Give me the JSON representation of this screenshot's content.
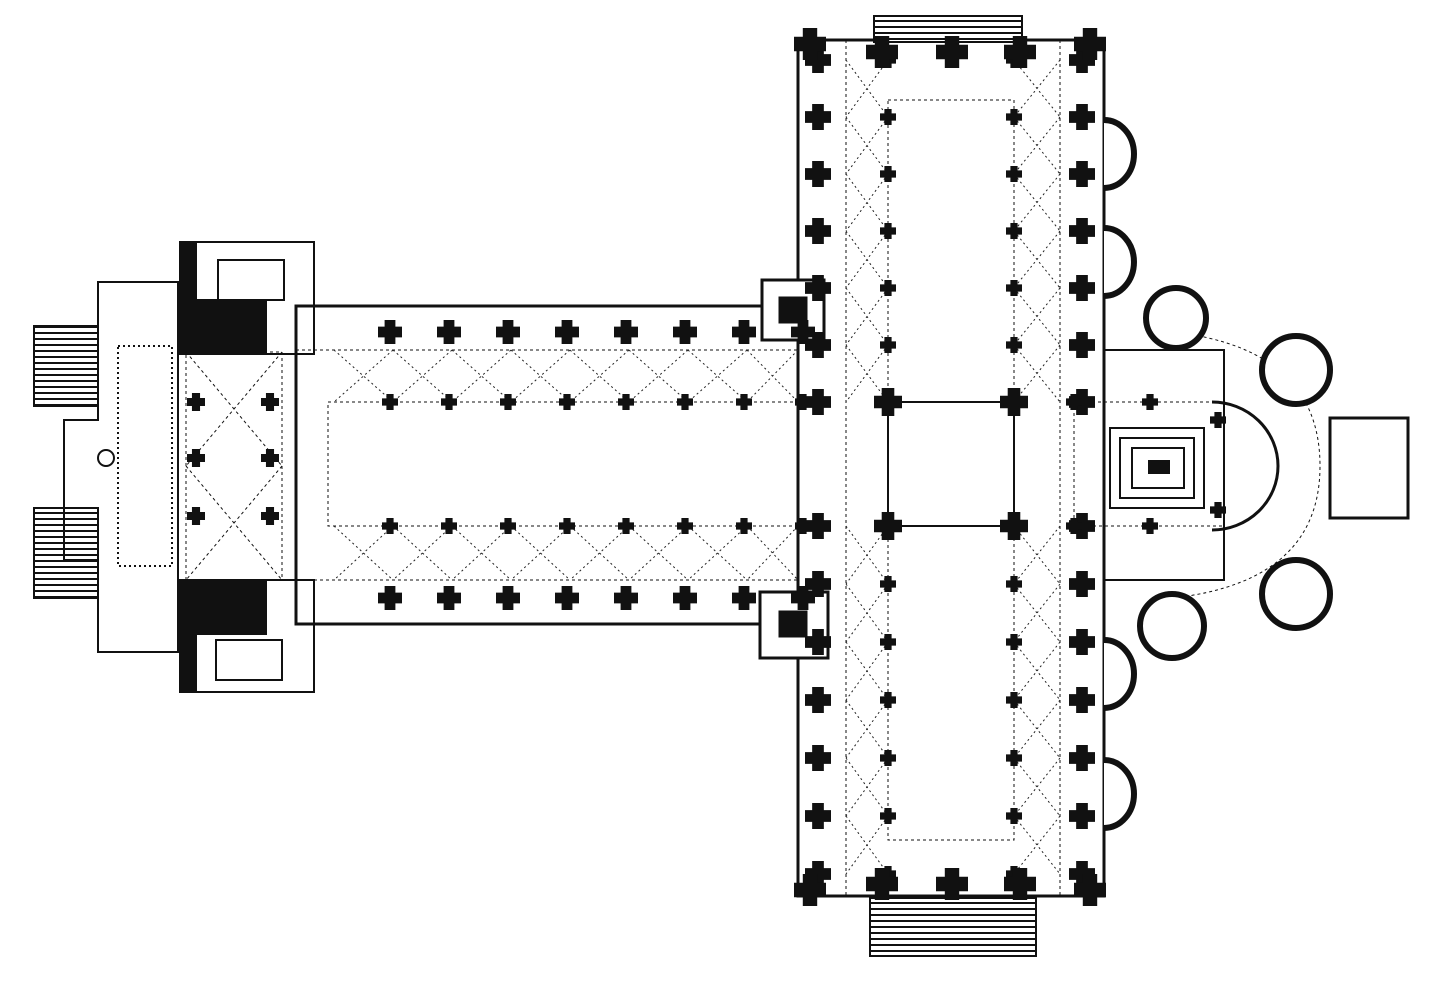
{
  "colors": {
    "ink": "#111111",
    "paper": "#ffffff",
    "dotted_line": "#222222"
  },
  "plan": {
    "nave_pier_pairs": 8,
    "transept_pier_pairs": 6,
    "apse_radiating_chapels": 5,
    "transept_east_chapels_per_arm": 2,
    "facade_towers": 2
  }
}
